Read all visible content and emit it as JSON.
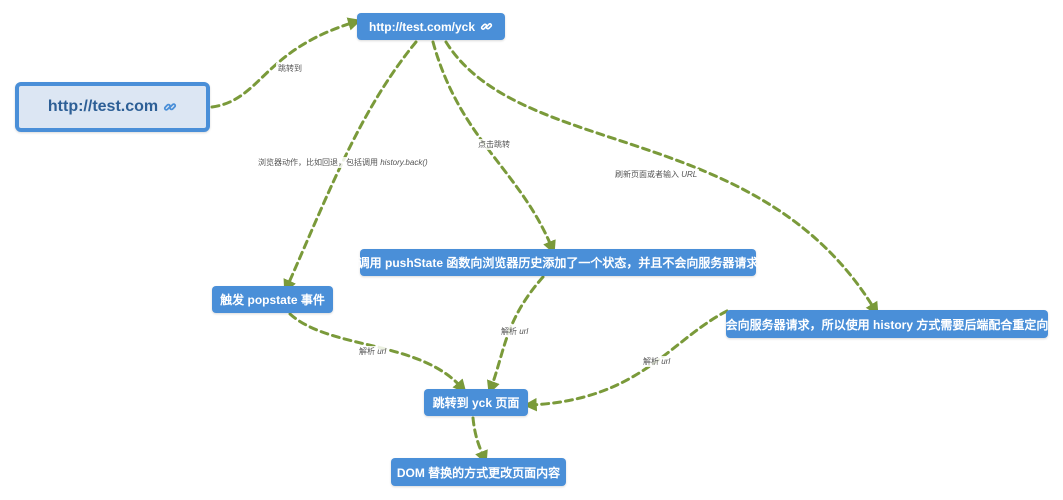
{
  "colors": {
    "node_fill": "#4a8fd8",
    "root_fill": "#dce6f3",
    "root_text": "#2d5f96",
    "edge": "#7a9a3a"
  },
  "nodes": {
    "root": "http://test.com",
    "yck_url": "http://test.com/yck",
    "popstate": "触发 popstate 事件",
    "pushstate": "调用 pushState 函数向浏览器历史添加了一个状态，并且不会向服务器请求",
    "server": "会向服务器请求，所以使用 history 方式需要后端配合重定向",
    "yck_page": "跳转到 yck 页面",
    "dom": "DOM 替换的方式更改页面内容"
  },
  "edges": {
    "jump_to": "跳转到",
    "browser_action": "浏览器动作，比如回退，包括调用 ",
    "browser_action_code": "history.back()",
    "click_jump": "点击跳转",
    "refresh": "刷新页面或者输入 ",
    "refresh_code": "URL",
    "parse": "解析 ",
    "parse_code": "url"
  },
  "icons": {
    "link": "link-icon"
  }
}
